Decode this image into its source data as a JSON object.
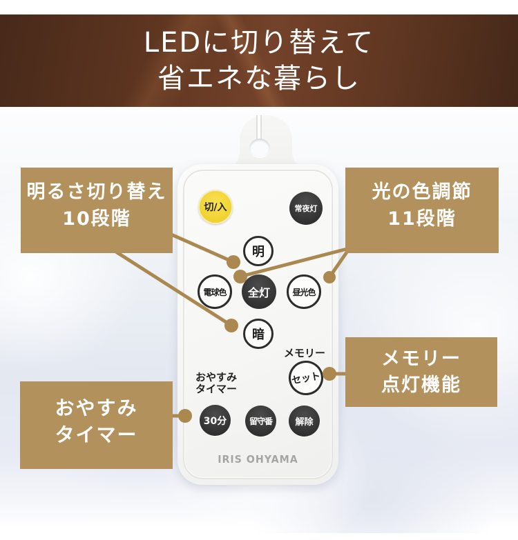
{
  "banner": {
    "line1": "LEDに切り替えて",
    "line2": "省エネな暮らし"
  },
  "callouts": {
    "brightness": {
      "line1": "明るさ切り替え",
      "line2": "10段階"
    },
    "color_adjust": {
      "line1": "光の色調節",
      "line2": "11段階"
    },
    "memory": {
      "line1": "メモリー",
      "line2": "点灯機能"
    },
    "sleep_timer": {
      "line1": "おやすみ",
      "line2": "タイマー"
    }
  },
  "remote": {
    "brand": "IRIS OHYAMA",
    "buttons": {
      "power": "切/入",
      "night_light": "常夜灯",
      "brighten": "明",
      "warm_color": "電球色",
      "full_on": "全灯",
      "daylight_color": "昼光色",
      "dim": "暗",
      "set": "セット",
      "timer_30min": "30分",
      "away_mode": "留守番",
      "cancel": "解除"
    },
    "labels": {
      "memory": "メモリー",
      "sleep1": "おやすみ",
      "sleep2": "タイマー"
    }
  },
  "colors": {
    "callout_bg": "#b3915c",
    "connector": "#ab8850",
    "power_button_yellow": "#f3d835",
    "dark_button": "#333333",
    "banner_brown": "#5d3520"
  }
}
